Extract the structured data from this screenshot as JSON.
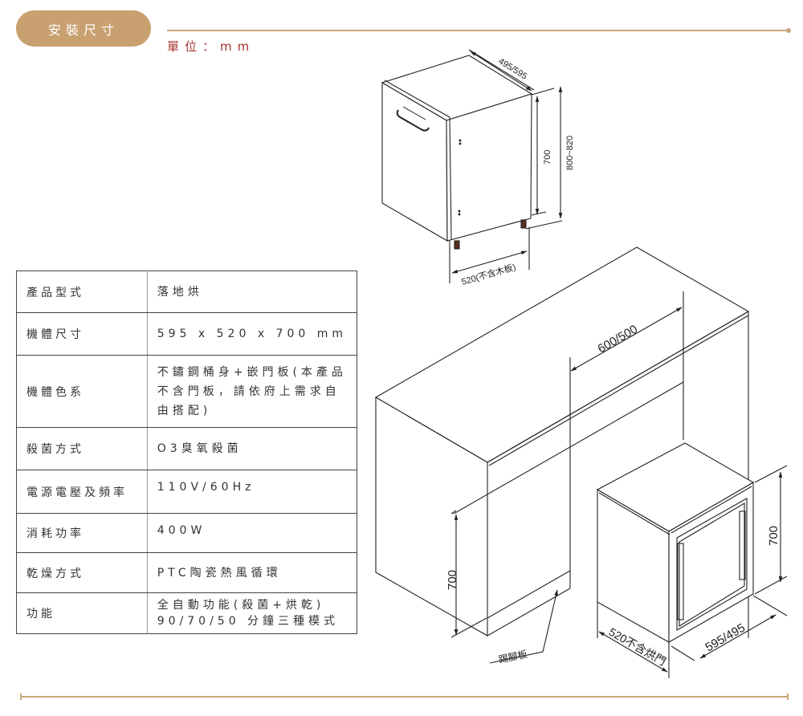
{
  "header": {
    "section_title": "安裝尺寸",
    "unit_label": "單位：mm",
    "accent_color": "#c9a070",
    "unit_color": "#a8322f"
  },
  "spec_table": {
    "rows": [
      {
        "label": "產品型式",
        "value": "落地烘"
      },
      {
        "label": "機體尺寸",
        "value": "595 x 520 x 700  mm"
      },
      {
        "label": "機體色系",
        "value": "不鏽鋼桶身+嵌門板(本產品不含門板，請依府上需求自由搭配)"
      },
      {
        "label": "殺菌方式",
        "value": "O3臭氧殺菌"
      },
      {
        "label": "電源電壓及頻率",
        "value": "110V/60Hz"
      },
      {
        "label": "消耗功率",
        "value": "400W"
      },
      {
        "label": "乾燥方式",
        "value": "PTC陶瓷熱風循環"
      },
      {
        "label": "功能",
        "value": "全自動功能(殺菌+烘乾) 90/70/50 分鐘三種模式"
      }
    ]
  },
  "diagram_top": {
    "width_label": "495/595",
    "height_label": "700",
    "total_height_label": "800~820",
    "depth_label": "520(不含木板)"
  },
  "diagram_bottom": {
    "cabinet_depth_label": "600/500",
    "cabinet_height_label": "700",
    "kickboard_label": "踢腳板",
    "unit_height_label": "700",
    "unit_depth_label": "520不含烘門",
    "unit_width_label": "595/495"
  }
}
